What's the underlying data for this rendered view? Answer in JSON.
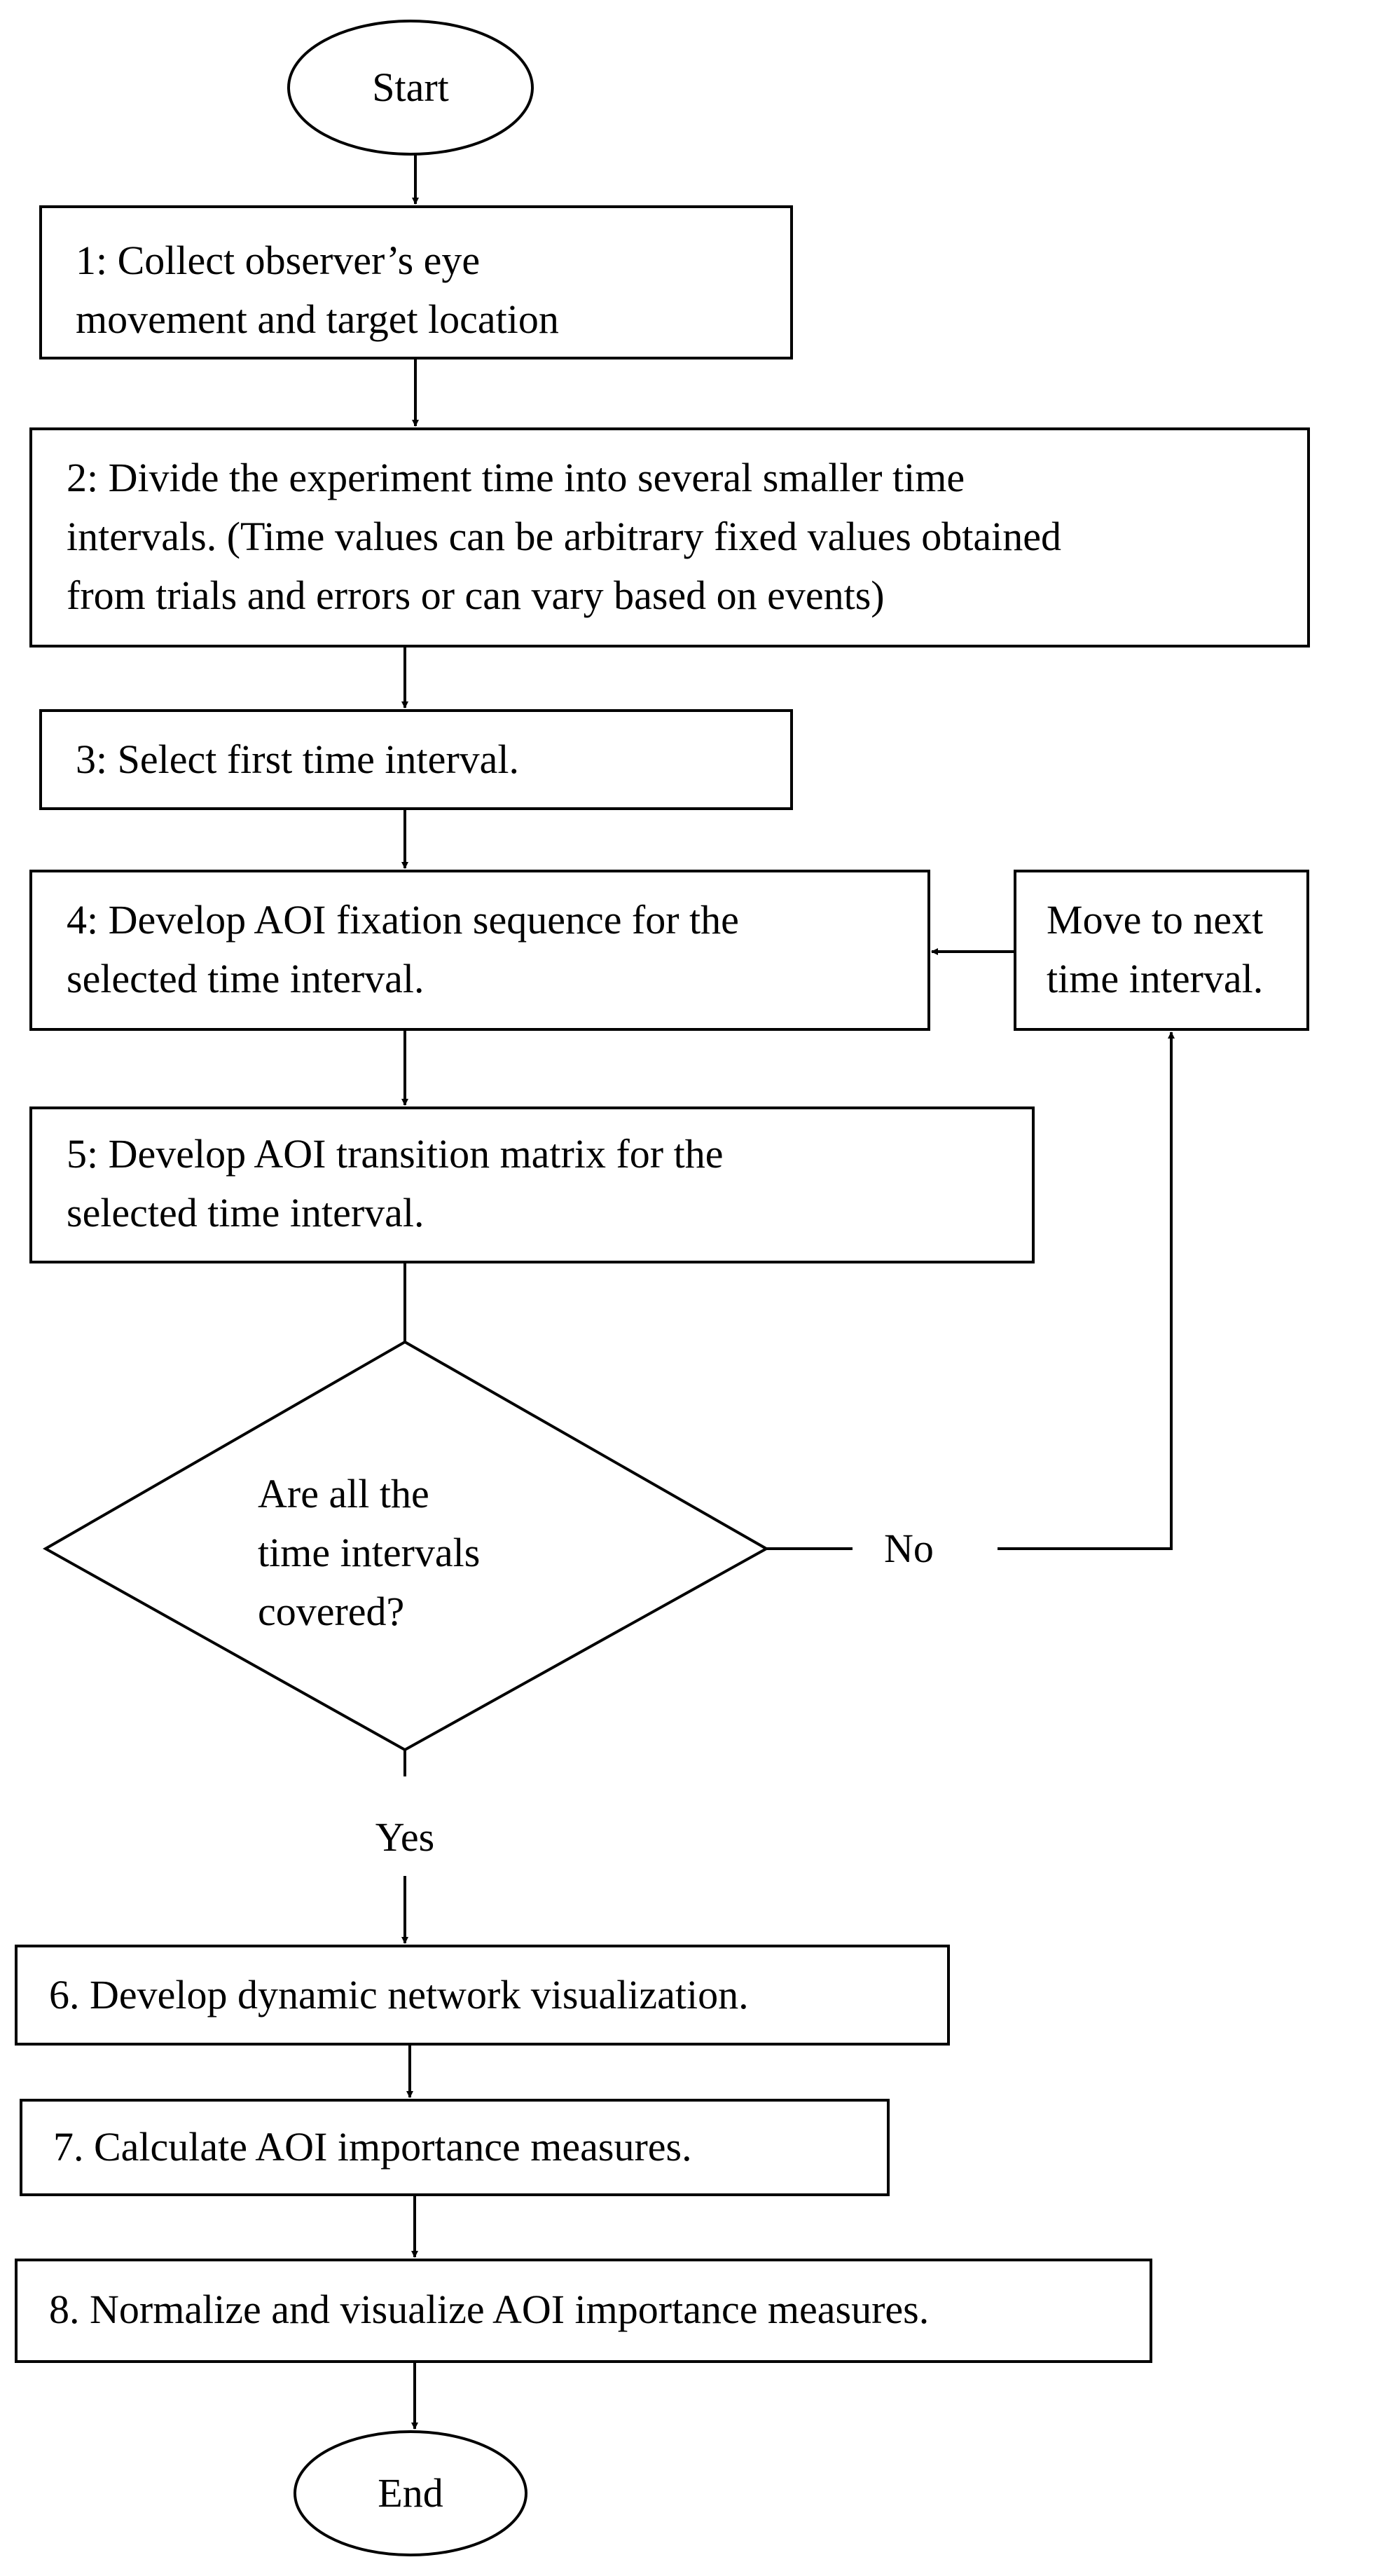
{
  "start": {
    "label": "Start"
  },
  "steps": [
    {
      "text": "1: Collect observer’s eye\nmovement and target location"
    },
    {
      "text": "2: Divide the experiment time into several smaller time\nintervals. (Time values can be arbitrary fixed values obtained\nfrom trials and errors or can vary based on events)"
    },
    {
      "text": "3: Select first time interval."
    },
    {
      "text": "4: Develop AOI fixation sequence for the\nselected time interval."
    },
    {
      "text": "5: Develop AOI transition matrix for the\nselected time interval."
    },
    {
      "text": "6. Develop dynamic network visualization."
    },
    {
      "text": "7. Calculate AOI importance measures."
    },
    {
      "text": "8. Normalize and visualize AOI importance measures."
    }
  ],
  "loop": {
    "text": "Move to next\ntime interval."
  },
  "decision": {
    "text": "Are all the\ntime intervals\ncovered?",
    "no_label": "No",
    "yes_label": "Yes"
  },
  "end": {
    "label": "End"
  },
  "colors": {
    "stroke": "#000000",
    "fill": "#ffffff",
    "text": "#000000"
  }
}
